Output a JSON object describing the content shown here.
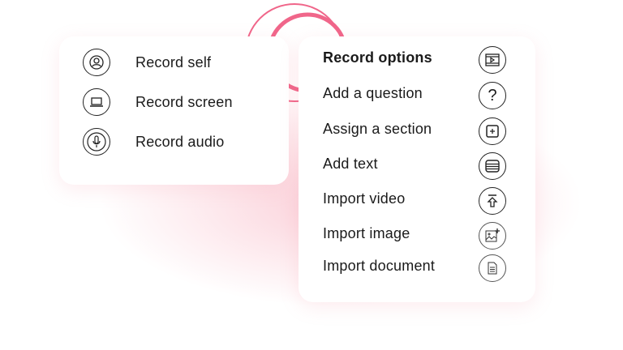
{
  "accent": "#f0668a",
  "left_card": {
    "items": [
      {
        "label": "Record self",
        "icon": "user-portrait-icon"
      },
      {
        "label": "Record screen",
        "icon": "laptop-icon"
      },
      {
        "label": "Record audio",
        "icon": "microphone-icon"
      }
    ]
  },
  "right_card": {
    "title": "Record options",
    "title_icon": "video-film-icon",
    "items": [
      {
        "label": "Add a question",
        "icon": "question-icon"
      },
      {
        "label": "Assign a section",
        "icon": "add-section-icon"
      },
      {
        "label": "Add text",
        "icon": "text-lines-icon"
      },
      {
        "label": "Import video",
        "icon": "upload-icon"
      },
      {
        "label": "Import image",
        "icon": "image-add-icon"
      },
      {
        "label": "Import document",
        "icon": "document-icon"
      }
    ]
  }
}
